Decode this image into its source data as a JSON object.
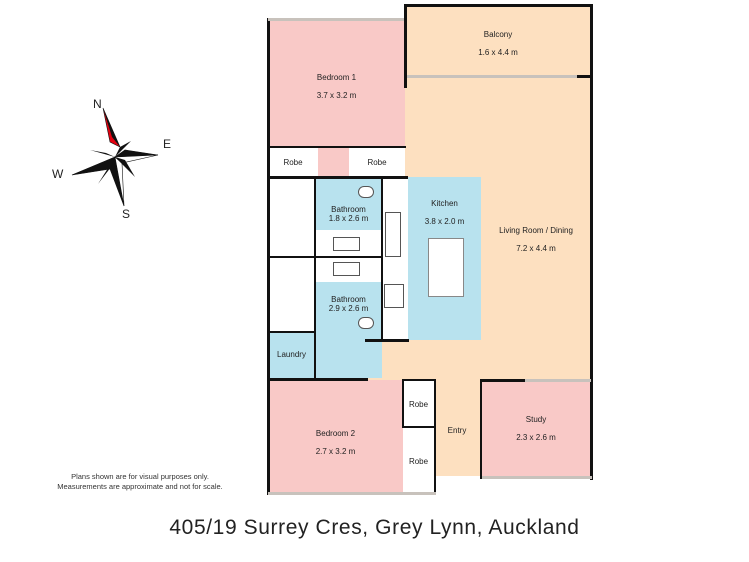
{
  "rooms": {
    "bedroom1": {
      "name": "Bedroom 1",
      "size": "3.7 x 3.2 m"
    },
    "balcony": {
      "name": "Balcony",
      "size": "1.6 x 4.4 m"
    },
    "robe1": {
      "name": "Robe"
    },
    "robe2": {
      "name": "Robe"
    },
    "bathroom1": {
      "name": "Bathroom",
      "size": "1.8 x 2.6 m"
    },
    "bathroom2": {
      "name": "Bathroom",
      "size": "2.9 x 2.6 m"
    },
    "kitchen": {
      "name": "Kitchen",
      "size": "3.8 x 2.0 m"
    },
    "living": {
      "name": "Living Room / Dining",
      "size": "7.2 x 4.4 m"
    },
    "laundry": {
      "name": "Laundry"
    },
    "bedroom2": {
      "name": "Bedroom 2",
      "size": "2.7 x 3.2 m"
    },
    "robe3": {
      "name": "Robe"
    },
    "robe4": {
      "name": "Robe"
    },
    "entry": {
      "name": "Entry"
    },
    "study": {
      "name": "Study",
      "size": "2.3 x 2.6 m"
    }
  },
  "compass": {
    "n": "N",
    "e": "E",
    "s": "S",
    "w": "W"
  },
  "disclaimer": {
    "line1": "Plans shown are for visual purposes only.",
    "line2": "Measurements are approximate and not for scale."
  },
  "address": "405/19 Surrey Cres, Grey Lynn, Auckland",
  "colors": {
    "bedroom": "#f9c9c7",
    "living": "#fde0c0",
    "wet_area": "#b8e2ee",
    "wall": "#111111"
  }
}
